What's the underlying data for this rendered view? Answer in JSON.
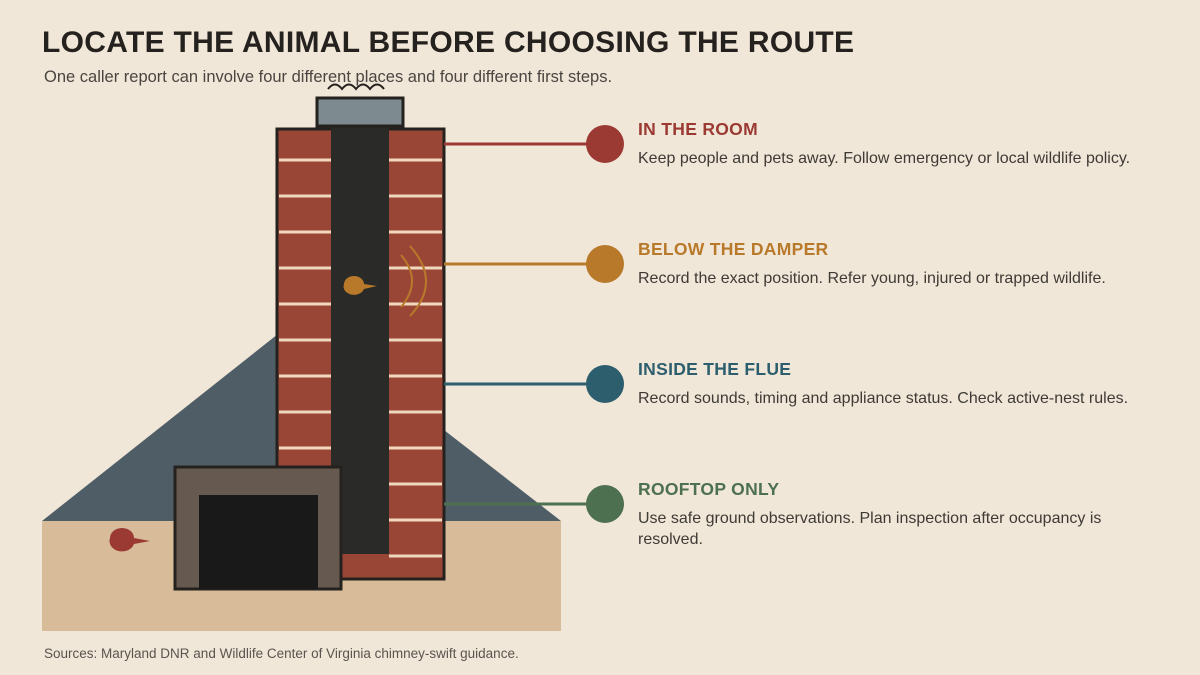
{
  "header": {
    "title": "LOCATE THE ANIMAL BEFORE CHOOSING THE ROUTE",
    "subtitle": "One caller report can involve four different places and four different first steps."
  },
  "locations": [
    {
      "title": "IN THE ROOM",
      "description": "Keep people and pets away. Follow emergency or local wildlife policy.",
      "color": "#9b3a33"
    },
    {
      "title": "BELOW THE DAMPER",
      "description": "Record the exact position. Refer young, injured or trapped wildlife.",
      "color": "#b8792a"
    },
    {
      "title": "INSIDE THE FLUE",
      "description": "Record sounds, timing and appliance status. Check active-nest rules.",
      "color": "#2d5e6e"
    },
    {
      "title": "ROOFTOP ONLY",
      "description": "Use safe ground observations. Plan inspection after occupancy is resolved.",
      "color": "#4c7050"
    }
  ],
  "footer": {
    "source": "Sources: Maryland DNR and Wildlife Center of Virginia chimney-swift guidance."
  },
  "colors": {
    "background": "#f1e7d8",
    "roof": "#4f5d66",
    "ground": "#d8bc99",
    "brick": "#9a4636",
    "mortar": "#f0d8bf",
    "flue": "#2a2a28",
    "cap": "#7d8a90",
    "fireplace_frame": "#665a50",
    "firebox": "#191919"
  }
}
